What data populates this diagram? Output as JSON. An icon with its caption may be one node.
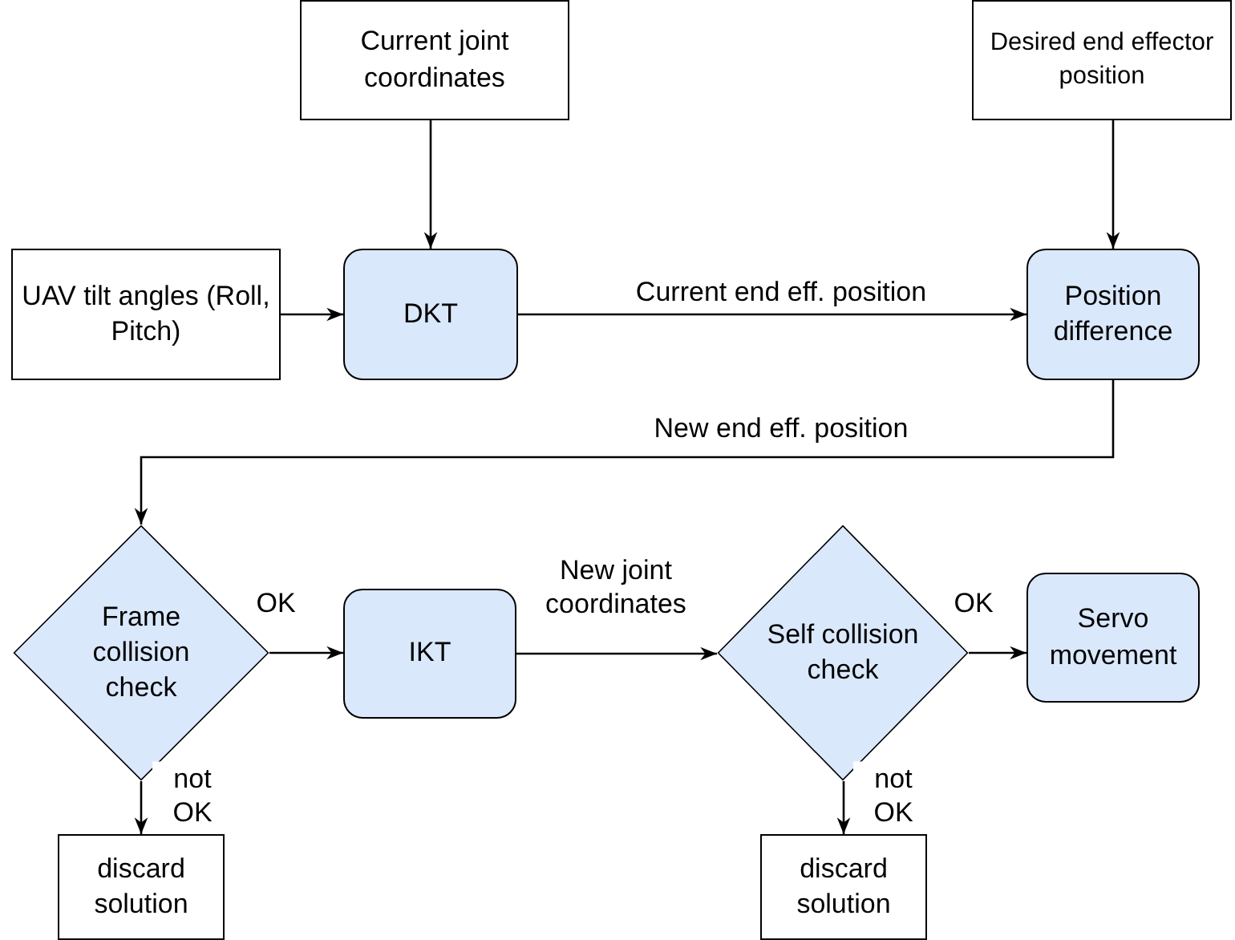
{
  "diagram": {
    "nodes": [
      {
        "text": [
          "Current joint coordinates"
        ]
      },
      {
        "text": [
          "Desired end effector position"
        ]
      },
      {
        "text": [
          "UAV tilt angles (Roll, Pitch)"
        ]
      },
      {
        "text": [
          "DKT"
        ]
      },
      {
        "text": [
          "Position difference"
        ]
      },
      {
        "text": [
          "Frame collision check"
        ]
      },
      {
        "text": [
          "IKT"
        ]
      },
      {
        "text": [
          "Self collision check"
        ]
      },
      {
        "text": [
          "Servo movement"
        ]
      },
      {
        "text": [
          "discard solution"
        ]
      },
      {
        "text": [
          "discard solution"
        ]
      }
    ],
    "edges": [
      {
        "from": 0,
        "to": 3,
        "arrow": "to"
      },
      {
        "from": 1,
        "to": 4,
        "arrow": "to"
      },
      {
        "from": 2,
        "to": 3,
        "arrow": "to"
      },
      {
        "from": 3,
        "to": 4,
        "arrow": "to",
        "label": "Current end eff. position"
      },
      {
        "from": 4,
        "to": 5,
        "arrow": "to",
        "label": "New end eff. position"
      },
      {
        "from": 5,
        "to": 6,
        "arrow": "to",
        "label": "OK"
      },
      {
        "from": 6,
        "to": 7,
        "arrow": "to",
        "label": "New joint coordinates"
      },
      {
        "from": 7,
        "to": 8,
        "arrow": "to",
        "label": "OK"
      },
      {
        "from": 5,
        "to": 9,
        "arrow": "to",
        "label": "not OK"
      },
      {
        "from": 7,
        "to": 10,
        "arrow": "to",
        "label": "not OK"
      }
    ]
  }
}
